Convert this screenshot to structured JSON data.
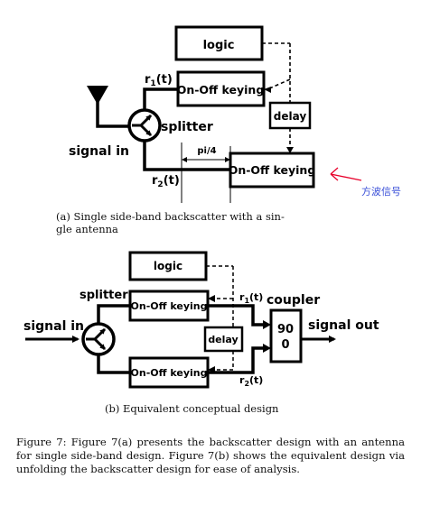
{
  "diagram_a": {
    "logic": "logic",
    "r1": "r",
    "r1_sub": "1",
    "r1_tail": "(t)",
    "onoff_top": "On-Off keying",
    "splitter": "splitter",
    "delay": "delay",
    "signal_in": "signal in",
    "pi4": "pi/4",
    "r2": "r",
    "r2_sub": "2",
    "r2_tail": "(t)",
    "onoff_bottom": "On-Off keying",
    "annotation": "方波信号",
    "annotation_color": "#e8002a"
  },
  "caption_a": "(a) Single side-band backscatter with a sin-gle antenna",
  "caption_a_line1": "(a) Single side-band backscatter with a sin-",
  "caption_a_line2": "gle antenna",
  "diagram_b": {
    "logic": "logic",
    "splitter": "splitter",
    "onoff_top": "On-Off keying",
    "r1": "r",
    "r1_sub": "1",
    "r1_tail": "(t)",
    "coupler": "coupler",
    "signal_in": "signal in",
    "delay": "delay",
    "coupler_line1": "90",
    "coupler_line2": "0",
    "signal_out": "signal out",
    "onoff_bottom": "On-Off keying",
    "r2": "r",
    "r2_sub": "2",
    "r2_tail": "(t)"
  },
  "caption_b": "(b) Equivalent conceptual design",
  "figure_caption": "Figure 7: Figure 7(a) presents the backscatter design with an antenna for single side-band design. Figure 7(b) shows the equivalent design via unfolding the backscatter design for ease of analysis."
}
